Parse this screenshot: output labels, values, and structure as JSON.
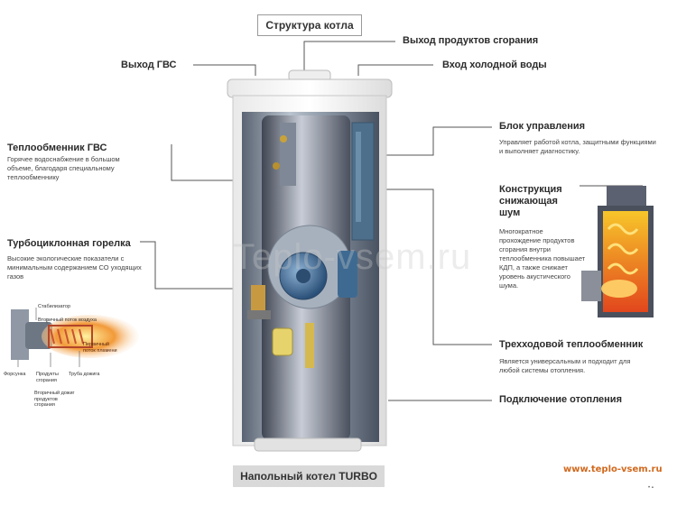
{
  "title": "Структура котла",
  "bottom_label": "Напольный котел TURBO",
  "labels": {
    "exhaust": "Выход продуктов сгорания",
    "dhw_out": "Выход ГВС",
    "cold_in": "Вход холодной воды",
    "control": {
      "name": "Блок управления",
      "desc": "Управляет работой котла, защитными функциями и выполняет диагностику."
    },
    "dhw_exchanger": {
      "name": "Теплообменник ГВС",
      "desc": "Горячее водоснабжение в большом объеме, благодаря специальному теплообменнику"
    },
    "noise": {
      "name": "Конструкция снижающая шум",
      "desc": "Многократное прохождение продуктов сгорания внутри теплообменника повышает КДП, а также снижает уровень акустического шума."
    },
    "burner": {
      "name": "Турбоциклонная горелка",
      "desc": "Высокие экологические показатели с минимальным содержанием СО уходящих газов"
    },
    "three_pass": {
      "name": "Трехходовой теплообменник",
      "desc": "Является универсальным и подходит для любой системы отопления."
    },
    "heating": "Подключение отопления"
  },
  "burner_diagram": {
    "stabilizer": "Стабилизатор",
    "secondary_air": "Вторичный поток воздуха",
    "primary_flame": "Первичный поток пламени",
    "nozzle": "Форсунка",
    "combustion_products": "Продукты сгорания",
    "afterburn_tube": "Труба дожига",
    "secondary_afterburn": "Вторичный дожиг продуктов сгорания"
  },
  "watermark": "Teplo-vsem.ru",
  "site": "www.teplo-vsem.ru",
  "corner_mark": "• ▪"
}
